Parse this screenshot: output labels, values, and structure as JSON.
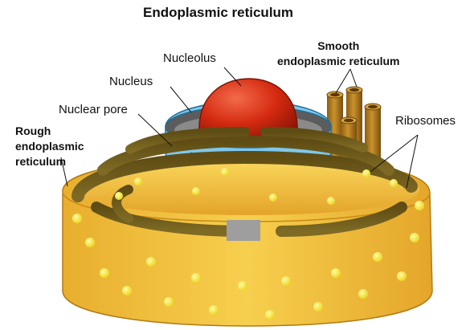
{
  "title": "Endoplasmic reticulum",
  "labels": {
    "nucleolus": "Nucleolus",
    "nucleus": "Nucleus",
    "nuclear_pore": "Nuclear pore",
    "rough_er": "Rough\nendoplasmic\nreticulum",
    "smooth_er": "Smooth\nendoplasmic reticulum",
    "ribosomes": "Ribosomes"
  },
  "colors": {
    "er_membrane": "#F2C135",
    "er_membrane_shade": "#E0A020",
    "er_lumen": "#6E5A1A",
    "ribosome": "#F6E63A",
    "nucleolus": "#D42A10",
    "nuclear_envelope": "#7EC8EC",
    "smooth_er_tube": "#B7801E"
  }
}
